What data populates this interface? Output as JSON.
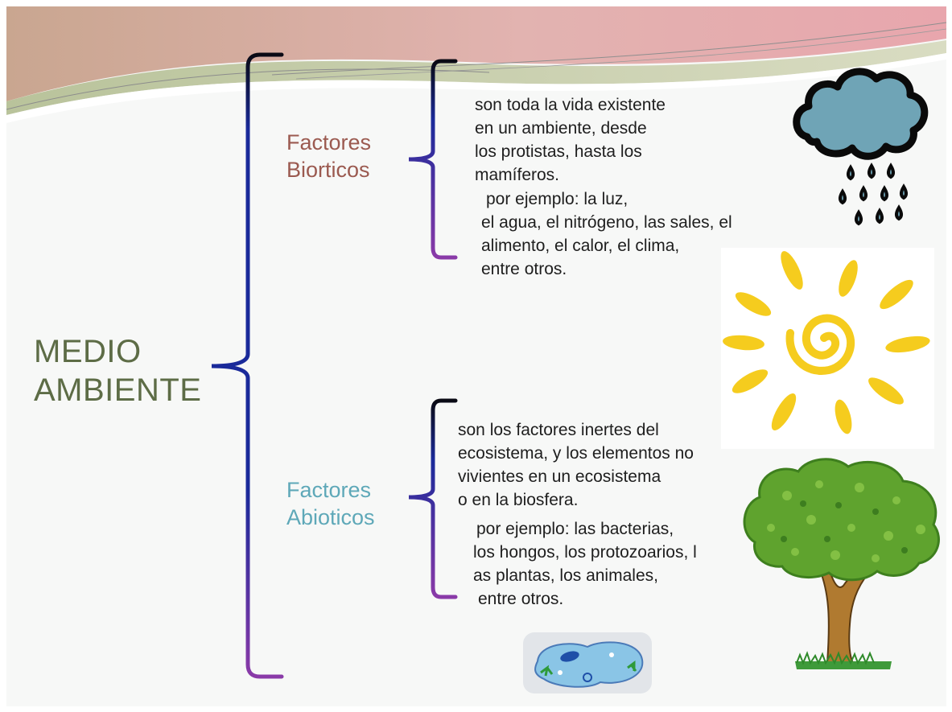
{
  "title_lines": [
    "MEDIO",
    "AMBIENTE"
  ],
  "biotic": {
    "label_lines": [
      "Factores",
      "Biorticos"
    ],
    "description_lines": [
      "son toda la vida existente",
      "en un ambiente, desde",
      "los protistas,  hasta los",
      "mamíferos."
    ],
    "example_lines": [
      "por ejemplo: la luz,",
      "el agua, el nitrógeno, las sales, el",
      "alimento, el calor, el clima,",
      "entre otros."
    ]
  },
  "abiotic": {
    "label_lines": [
      "Factores",
      "Abioticos"
    ],
    "description_lines": [
      "son los factores inertes del",
      "ecosistema, y los elementos no",
      "vivientes en un ecosistema",
      "o en la biosfera."
    ],
    "example_lines": [
      "por ejemplo: las bacterias,",
      "los hongos, los protozoarios, l",
      "as plantas, los animales,",
      "entre otros."
    ]
  },
  "illustrations": [
    "rain-cloud-icon",
    "sun-icon",
    "tree-icon",
    "protozoa-icon"
  ],
  "colors": {
    "title": "#5d6c46",
    "biotic_label": "#9b5a50",
    "abiotic_label": "#5ea8b8",
    "bracket_top": "#0a0a14",
    "bracket_mid": "#1a2a9a",
    "bracket_bottom": "#8a3aa8",
    "sun": "#f5cc1e",
    "cloud": "#6fa4b6"
  }
}
